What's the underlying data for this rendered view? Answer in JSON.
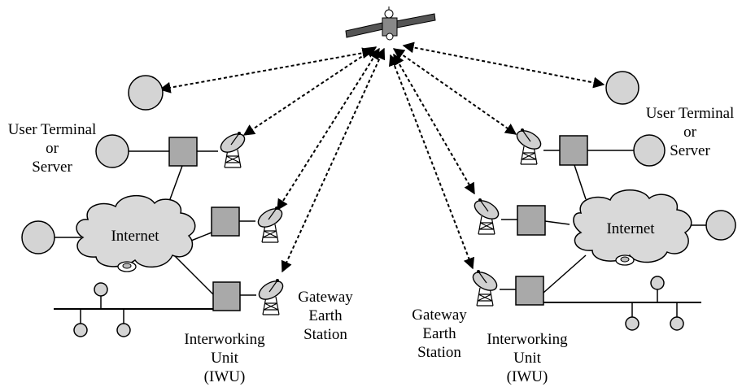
{
  "left": {
    "user_terminal": [
      "User Terminal",
      "or",
      "Server"
    ],
    "internet": "Internet",
    "gateway": [
      "Gateway",
      "Earth",
      "Station"
    ],
    "iwu": [
      "Interworking",
      "Unit",
      "(IWU)"
    ]
  },
  "right": {
    "user_terminal": [
      "User Terminal",
      "or",
      "Server"
    ],
    "internet": "Internet",
    "gateway": [
      "Gateway",
      "Earth",
      "Station"
    ],
    "iwu": [
      "Interworking",
      "Unit",
      "(IWU)"
    ]
  }
}
